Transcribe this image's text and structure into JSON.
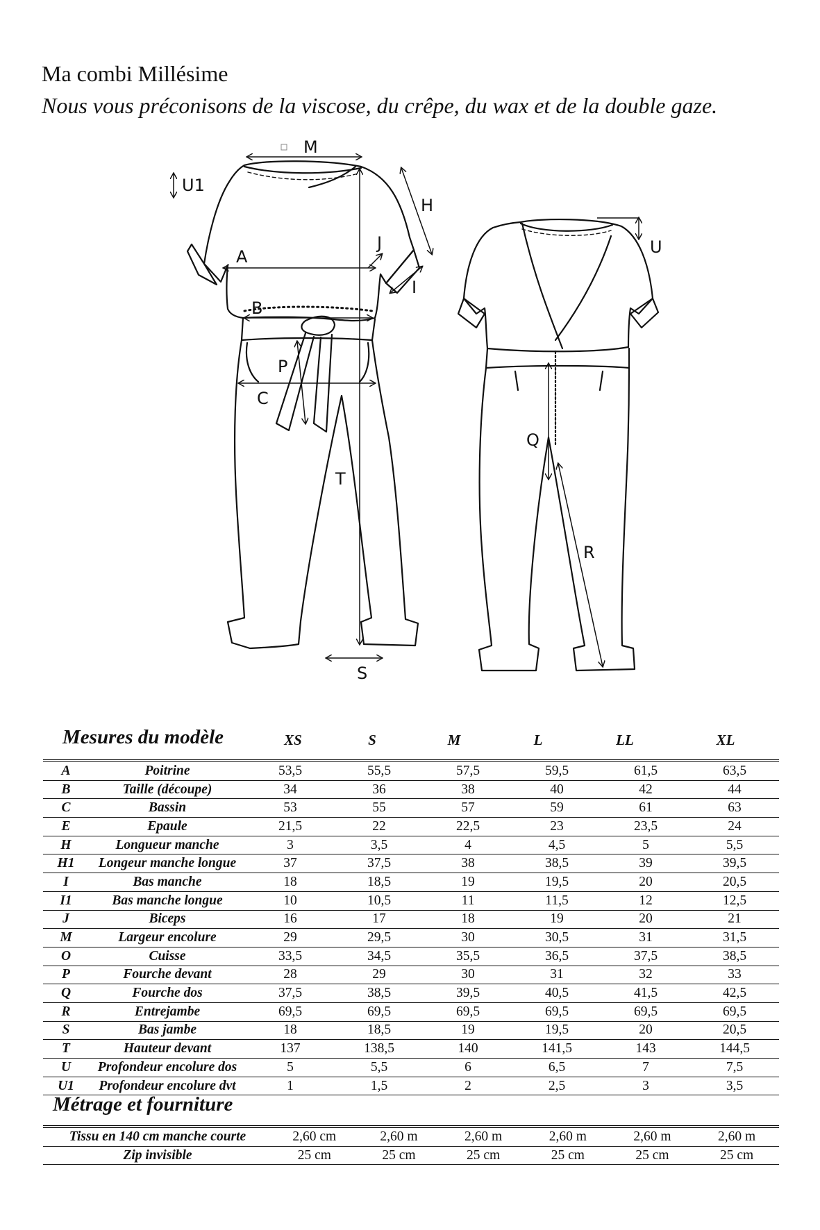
{
  "title": "Ma combi Millésime",
  "subtitle": "Nous vous préconisons de la viscose, du crêpe, du wax et de la double gaze.",
  "diagram": {
    "front_labels": [
      "M",
      "U1",
      "H",
      "J",
      "A",
      "I",
      "B",
      "P",
      "C",
      "T",
      "S"
    ],
    "back_labels": [
      "U",
      "Q",
      "R"
    ]
  },
  "measurements": {
    "title": "Mesures du modèle",
    "sizes": [
      "XS",
      "S",
      "M",
      "L",
      "LL",
      "XL"
    ],
    "rows": [
      {
        "code": "A",
        "name": "Poitrine",
        "values": [
          "53,5",
          "55,5",
          "57,5",
          "59,5",
          "61,5",
          "63,5"
        ]
      },
      {
        "code": "B",
        "name": "Taille (découpe)",
        "values": [
          "34",
          "36",
          "38",
          "40",
          "42",
          "44"
        ]
      },
      {
        "code": "C",
        "name": "Bassin",
        "values": [
          "53",
          "55",
          "57",
          "59",
          "61",
          "63"
        ]
      },
      {
        "code": "E",
        "name": "Epaule",
        "values": [
          "21,5",
          "22",
          "22,5",
          "23",
          "23,5",
          "24"
        ]
      },
      {
        "code": "H",
        "name": "Longueur manche",
        "values": [
          "3",
          "3,5",
          "4",
          "4,5",
          "5",
          "5,5"
        ]
      },
      {
        "code": "H1",
        "name": "Longeur manche longue",
        "values": [
          "37",
          "37,5",
          "38",
          "38,5",
          "39",
          "39,5"
        ]
      },
      {
        "code": "I",
        "name": "Bas manche",
        "values": [
          "18",
          "18,5",
          "19",
          "19,5",
          "20",
          "20,5"
        ]
      },
      {
        "code": "I1",
        "name": "Bas manche longue",
        "values": [
          "10",
          "10,5",
          "11",
          "11,5",
          "12",
          "12,5"
        ]
      },
      {
        "code": "J",
        "name": "Biceps",
        "values": [
          "16",
          "17",
          "18",
          "19",
          "20",
          "21"
        ]
      },
      {
        "code": "M",
        "name": "Largeur encolure",
        "values": [
          "29",
          "29,5",
          "30",
          "30,5",
          "31",
          "31,5"
        ]
      },
      {
        "code": "O",
        "name": "Cuisse",
        "values": [
          "33,5",
          "34,5",
          "35,5",
          "36,5",
          "37,5",
          "38,5"
        ]
      },
      {
        "code": "P",
        "name": "Fourche devant",
        "values": [
          "28",
          "29",
          "30",
          "31",
          "32",
          "33"
        ]
      },
      {
        "code": "Q",
        "name": "Fourche dos",
        "values": [
          "37,5",
          "38,5",
          "39,5",
          "40,5",
          "41,5",
          "42,5"
        ]
      },
      {
        "code": "R",
        "name": "Entrejambe",
        "values": [
          "69,5",
          "69,5",
          "69,5",
          "69,5",
          "69,5",
          "69,5"
        ]
      },
      {
        "code": "S",
        "name": "Bas jambe",
        "values": [
          "18",
          "18,5",
          "19",
          "19,5",
          "20",
          "20,5"
        ]
      },
      {
        "code": "T",
        "name": "Hauteur devant",
        "values": [
          "137",
          "138,5",
          "140",
          "141,5",
          "143",
          "144,5"
        ]
      },
      {
        "code": "U",
        "name": "Profondeur encolure dos",
        "values": [
          "5",
          "5,5",
          "6",
          "6,5",
          "7",
          "7,5"
        ]
      },
      {
        "code": "U1",
        "name": "Profondeur encolure dvt",
        "values": [
          "1",
          "1,5",
          "2",
          "2,5",
          "3",
          "3,5"
        ]
      }
    ]
  },
  "fabric": {
    "title": "Métrage et fourniture",
    "rows": [
      {
        "name": "Tissu en 140 cm manche courte",
        "values": [
          "2,60 cm",
          "2,60 m",
          "2,60 m",
          "2,60 m",
          "2,60 m",
          "2,60 m"
        ]
      },
      {
        "name": "Zip invisible",
        "values": [
          "25 cm",
          "25 cm",
          "25 cm",
          "25 cm",
          "25 cm",
          "25 cm"
        ]
      }
    ]
  }
}
